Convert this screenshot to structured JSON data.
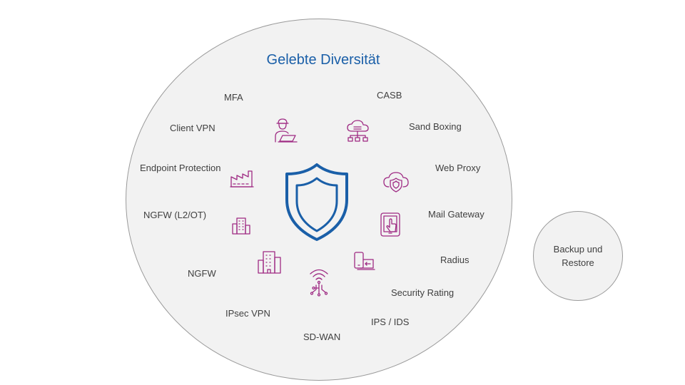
{
  "title": "Gelebte Diversität",
  "colors": {
    "accent_blue": "#1a5fa8",
    "icon_magenta": "#9e2a83",
    "circle_fill": "#f2f2f2",
    "circle_border": "#9a9a9a"
  },
  "labels": {
    "mfa": "MFA",
    "casb": "CASB",
    "client_vpn": "Client VPN",
    "sand_boxing": "Sand Boxing",
    "endpoint_protection": "Endpoint Protection",
    "web_proxy": "Web Proxy",
    "ngfw_l2ot": "NGFW (L2/OT)",
    "mail_gateway": "Mail Gateway",
    "radius": "Radius",
    "ngfw": "NGFW",
    "security_rating": "Security Rating",
    "ipsec_vpn": "IPsec VPN",
    "ips_ids": "IPS / IDS",
    "sd_wan": "SD-WAN"
  },
  "satellite": {
    "label_line1": "Backup und",
    "label_line2": "Restore"
  },
  "icons": [
    "shield-icon",
    "engineer-laptop-icon",
    "cloud-network-icon",
    "factory-icon",
    "cloud-shield-icon",
    "office-building-icon",
    "tablet-touch-icon",
    "devices-icon",
    "city-building-icon",
    "wireless-circuit-icon"
  ]
}
